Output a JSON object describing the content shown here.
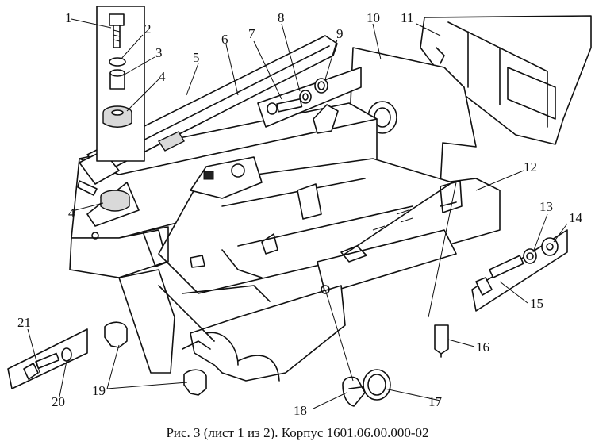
{
  "caption": "Рис. 3 (лист 1 из 2). Корпус 1601.06.00.000-02",
  "callouts": [
    "1",
    "2",
    "3",
    "4",
    "5",
    "6",
    "7",
    "8",
    "9",
    "10",
    "11",
    "12",
    "13",
    "14",
    "15",
    "16",
    "17",
    "18",
    "19",
    "4",
    "20",
    "21"
  ]
}
